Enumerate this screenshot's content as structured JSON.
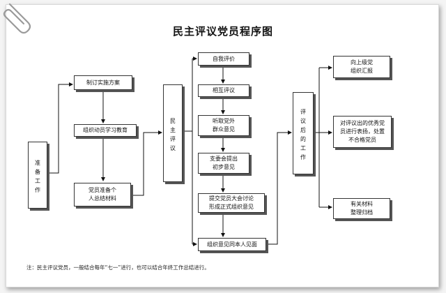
{
  "title": "民主评议党员程序图",
  "boxes": {
    "prep": "准\n备\n工\n作",
    "plan": "制订实施方案",
    "study": "组织动员学习教育",
    "summary": "党员准备个\n人总结材料",
    "review": "民\n主\n评\n议",
    "self": "自我评价",
    "mutual": "相互评议",
    "opinion": "听取党外\n群众意见",
    "committee": "支委会提出\n初步意见",
    "meeting": "提交党员大会讨论\n形成正式组织意见",
    "feedback": "组织意见同本人见面",
    "after": "评\n议\n后\n的\n工\n作",
    "report": "向上级党\n组织汇报",
    "commend": "对评议出的优秀党\n员进行表扬，处置\n不合格党员",
    "archive": "有关材料\n整理归档"
  },
  "note": "注：民主评议党员，一般结合每年“七一”进行，也可以结合年终工作总结进行。"
}
